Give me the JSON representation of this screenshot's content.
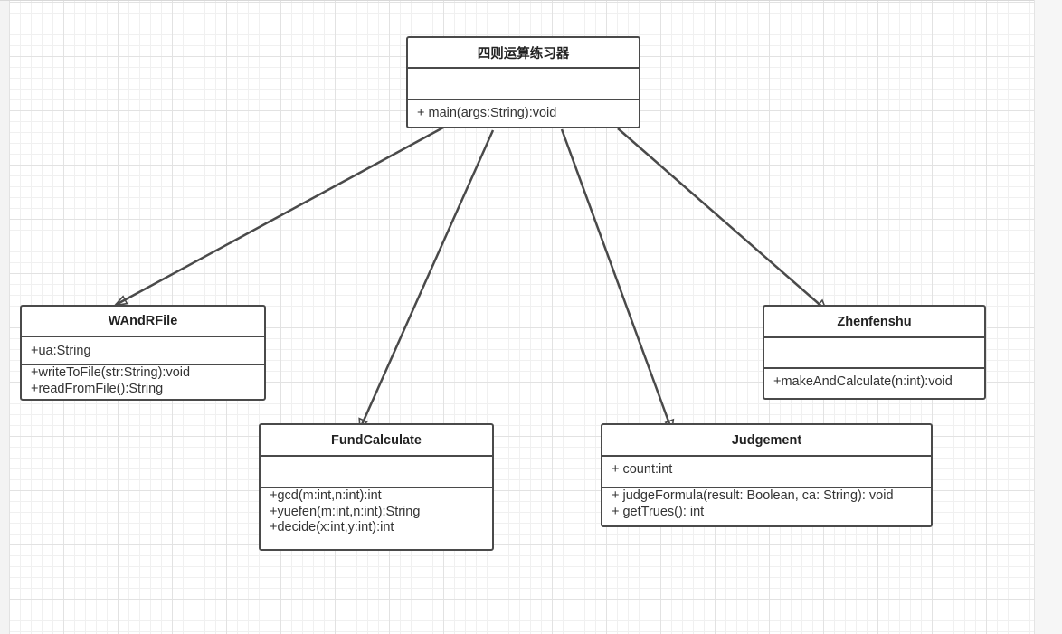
{
  "diagram": {
    "type": "uml-class-diagram",
    "line_color": "#4a4a4a",
    "grid": true,
    "classes": [
      {
        "id": "main",
        "name": "四则运算练习器",
        "attributes": [],
        "methods": [
          "+ main(args:String):void"
        ]
      },
      {
        "id": "wandrfile",
        "name": "WAndRFile",
        "attributes": [
          "+ua:String"
        ],
        "methods": [
          "+writeToFile(str:String):void",
          "+readFromFile():String"
        ]
      },
      {
        "id": "fundcalculate",
        "name": "FundCalculate",
        "attributes": [],
        "methods": [
          "+gcd(m:int,n:int):int",
          "+yuefen(m:int,n:int):String",
          "+decide(x:int,y:int):int"
        ]
      },
      {
        "id": "judgement",
        "name": "Judgement",
        "attributes": [
          "+ count:int"
        ],
        "methods": [
          "+ judgeFormula(result: Boolean, ca: String): void",
          "+ getTrues(): int"
        ]
      },
      {
        "id": "zhenfenshu",
        "name": "Zhenfenshu",
        "attributes": [],
        "methods": [
          "+makeAndCalculate(n:int):void"
        ]
      }
    ],
    "relations": [
      {
        "from": "main",
        "to": "wandrfile",
        "kind": "dependency"
      },
      {
        "from": "main",
        "to": "fundcalculate",
        "kind": "dependency"
      },
      {
        "from": "main",
        "to": "judgement",
        "kind": "dependency"
      },
      {
        "from": "main",
        "to": "zhenfenshu",
        "kind": "dependency"
      }
    ]
  }
}
